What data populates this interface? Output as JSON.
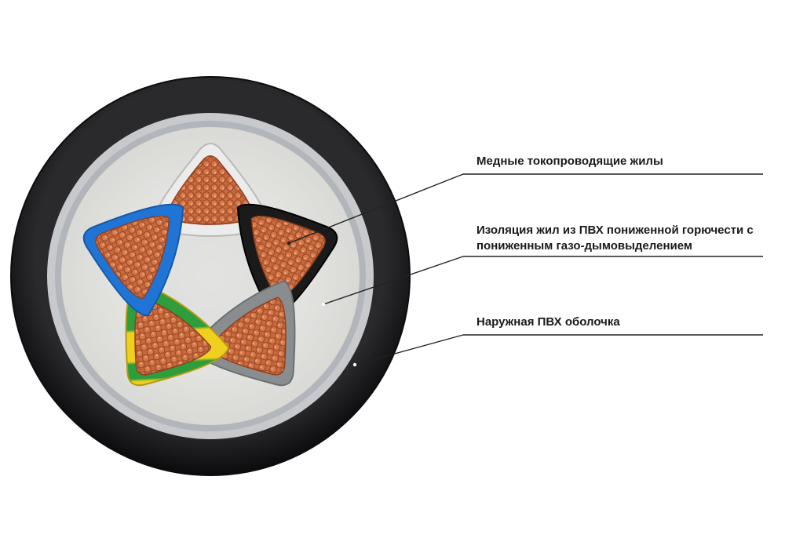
{
  "diagram": {
    "callouts": [
      {
        "id": "conductors",
        "text": "Медные токопроводящие жилы"
      },
      {
        "id": "insulation",
        "lines": [
          "Изоляция жил из ПВХ пониженной горючести с",
          "пониженным газо-дымовыделением"
        ]
      },
      {
        "id": "sheath",
        "text": "Наружная ПВХ оболочка"
      }
    ]
  },
  "colors": {
    "sheath": "#1c1c1e",
    "sheath_edge": "#0d0d0f",
    "armor_band": "#c7c9cc",
    "filler": "#e6e6e4",
    "copper": "#c8693e",
    "copper_dark": "#8f3f1e",
    "copper_light": "#efa27a",
    "insulation_white": "#ececec",
    "insulation_black": "#1a1a1a",
    "insulation_gray": "#8a8d90",
    "insulation_blue": "#1f74d6",
    "insulation_yellow": "#f1cf1f",
    "insulation_green": "#2e9d3c",
    "leader_line": "#222222"
  }
}
